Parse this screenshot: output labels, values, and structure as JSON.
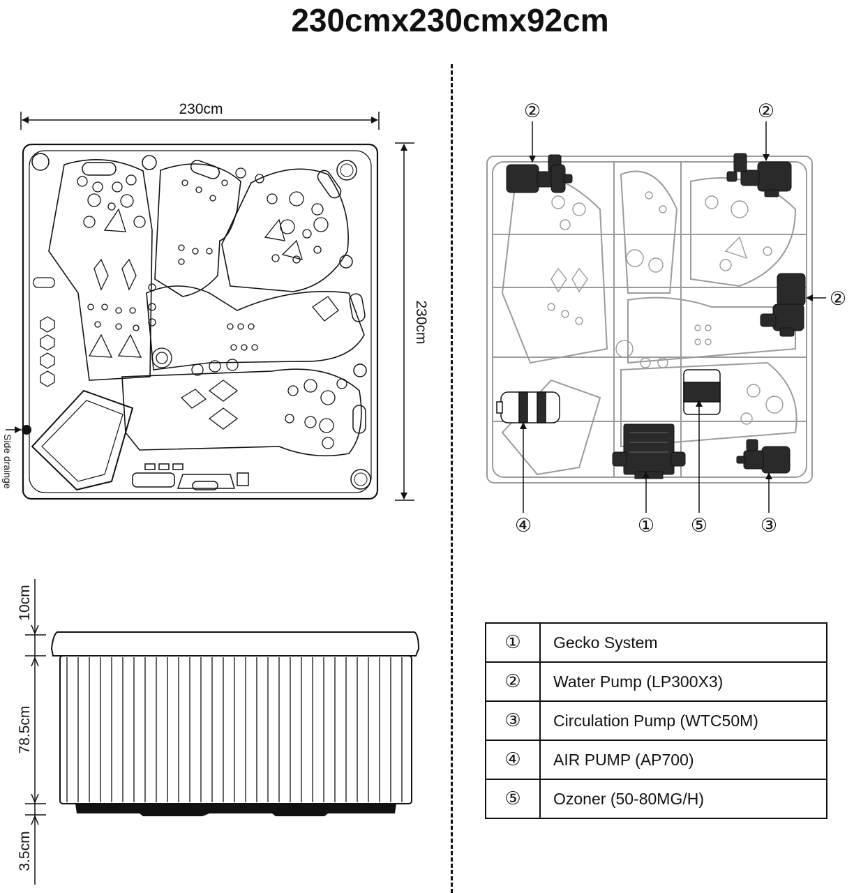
{
  "title": "230cmx230cmx92cm",
  "top_view": {
    "width_label": "230cm",
    "depth_label": "230cm",
    "drain_label": "Side drainge"
  },
  "side_view": {
    "dims": [
      "10cm",
      "78.5cm",
      "3.5cm"
    ]
  },
  "components_view": {
    "callouts": {
      "water_pump_top_left": "②",
      "water_pump_top_right": "②",
      "water_pump_right": "②",
      "air_pump": "④",
      "gecko_system": "①",
      "ozoner": "⑤",
      "circulation_pump": "③"
    }
  },
  "legend": [
    {
      "num": "①",
      "label": "Gecko System"
    },
    {
      "num": "②",
      "label": "Water Pump (LP300X3)"
    },
    {
      "num": "③",
      "label": "Circulation Pump (WTC50M)"
    },
    {
      "num": "④",
      "label": "AIR PUMP (AP700)"
    },
    {
      "num": "⑤",
      "label": "Ozoner (50-80MG/H)"
    }
  ],
  "colors": {
    "line": "#111111",
    "ghost": "#9a9a9a",
    "equipment": "#2a2a2a"
  }
}
